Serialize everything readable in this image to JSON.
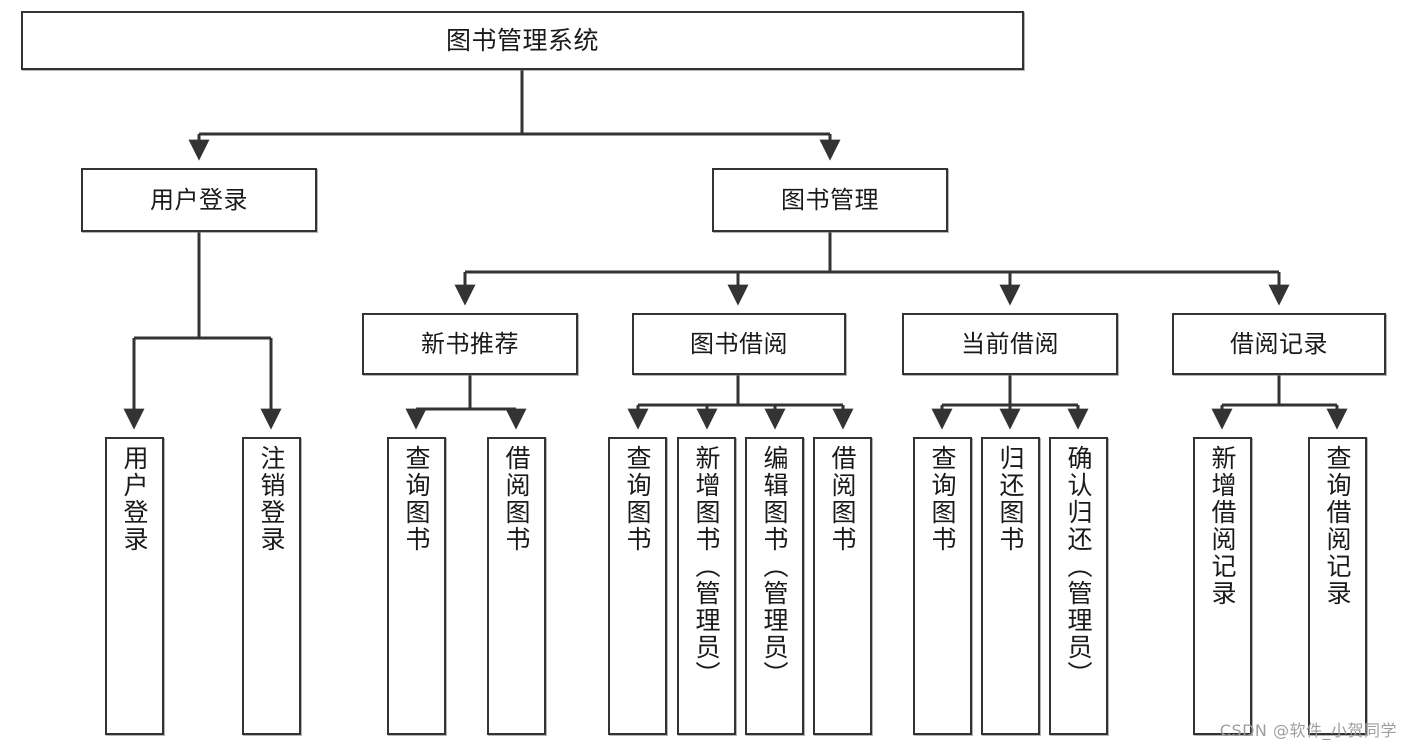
{
  "diagram": {
    "type": "tree-hierarchy-chart",
    "title": "图书管理系统",
    "orientation": "top-down",
    "leaf_text_orientation": "vertical",
    "colors": {
      "node_border": "#333333",
      "node_fill": "#ffffff",
      "connector": "#333333",
      "watermark": "#9e9e9e",
      "background": "#ffffff"
    }
  },
  "nodes": {
    "root": {
      "label": "图书管理系统"
    },
    "level2": [
      {
        "label": "用户登录"
      },
      {
        "label": "图书管理"
      }
    ],
    "level3": [
      {
        "label": "新书推荐"
      },
      {
        "label": "图书借阅"
      },
      {
        "label": "当前借阅"
      },
      {
        "label": "借阅记录"
      }
    ],
    "leaves": {
      "user_login": [
        {
          "label": "用户登录"
        },
        {
          "label": "注销登录"
        }
      ],
      "new_book_recommend": [
        {
          "label": "查询图书"
        },
        {
          "label": "借阅图书"
        }
      ],
      "book_borrow": [
        {
          "label": "查询图书"
        },
        {
          "label": "新增图书（管理员）"
        },
        {
          "label": "编辑图书（管理员）"
        },
        {
          "label": "借阅图书"
        }
      ],
      "current_borrow": [
        {
          "label": "查询图书"
        },
        {
          "label": "归还图书"
        },
        {
          "label": "确认归还（管理员）"
        }
      ],
      "borrow_record": [
        {
          "label": "新增借阅记录"
        },
        {
          "label": "查询借阅记录"
        }
      ]
    }
  },
  "watermark": {
    "text": "CSDN @软件_小贺同学"
  }
}
